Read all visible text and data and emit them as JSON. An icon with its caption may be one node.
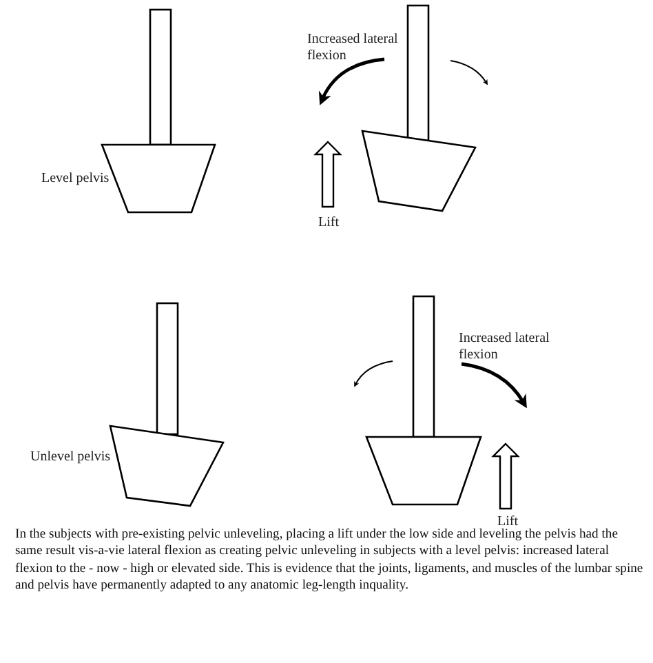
{
  "diagram": {
    "caption": "In the subjects with pre-existing pelvic unleveling, placing a lift under the low side and leveling the pelvis had the same result vis-a-vie lateral flexion as creating pelvic unleveling in subjects with a level pelvis: increased lateral flexion to the - now - high or elevated side.  This is evidence that the joints, ligaments, and muscles of the lumbar spine and pelvis have permanently adapted to any anatomic leg-length inquality.",
    "labels": [
      "Level pelvis",
      "Increased lateral flexion",
      "Lift",
      "Unlevel pelvis",
      "Increased lateral flexion",
      "Lift"
    ]
  }
}
